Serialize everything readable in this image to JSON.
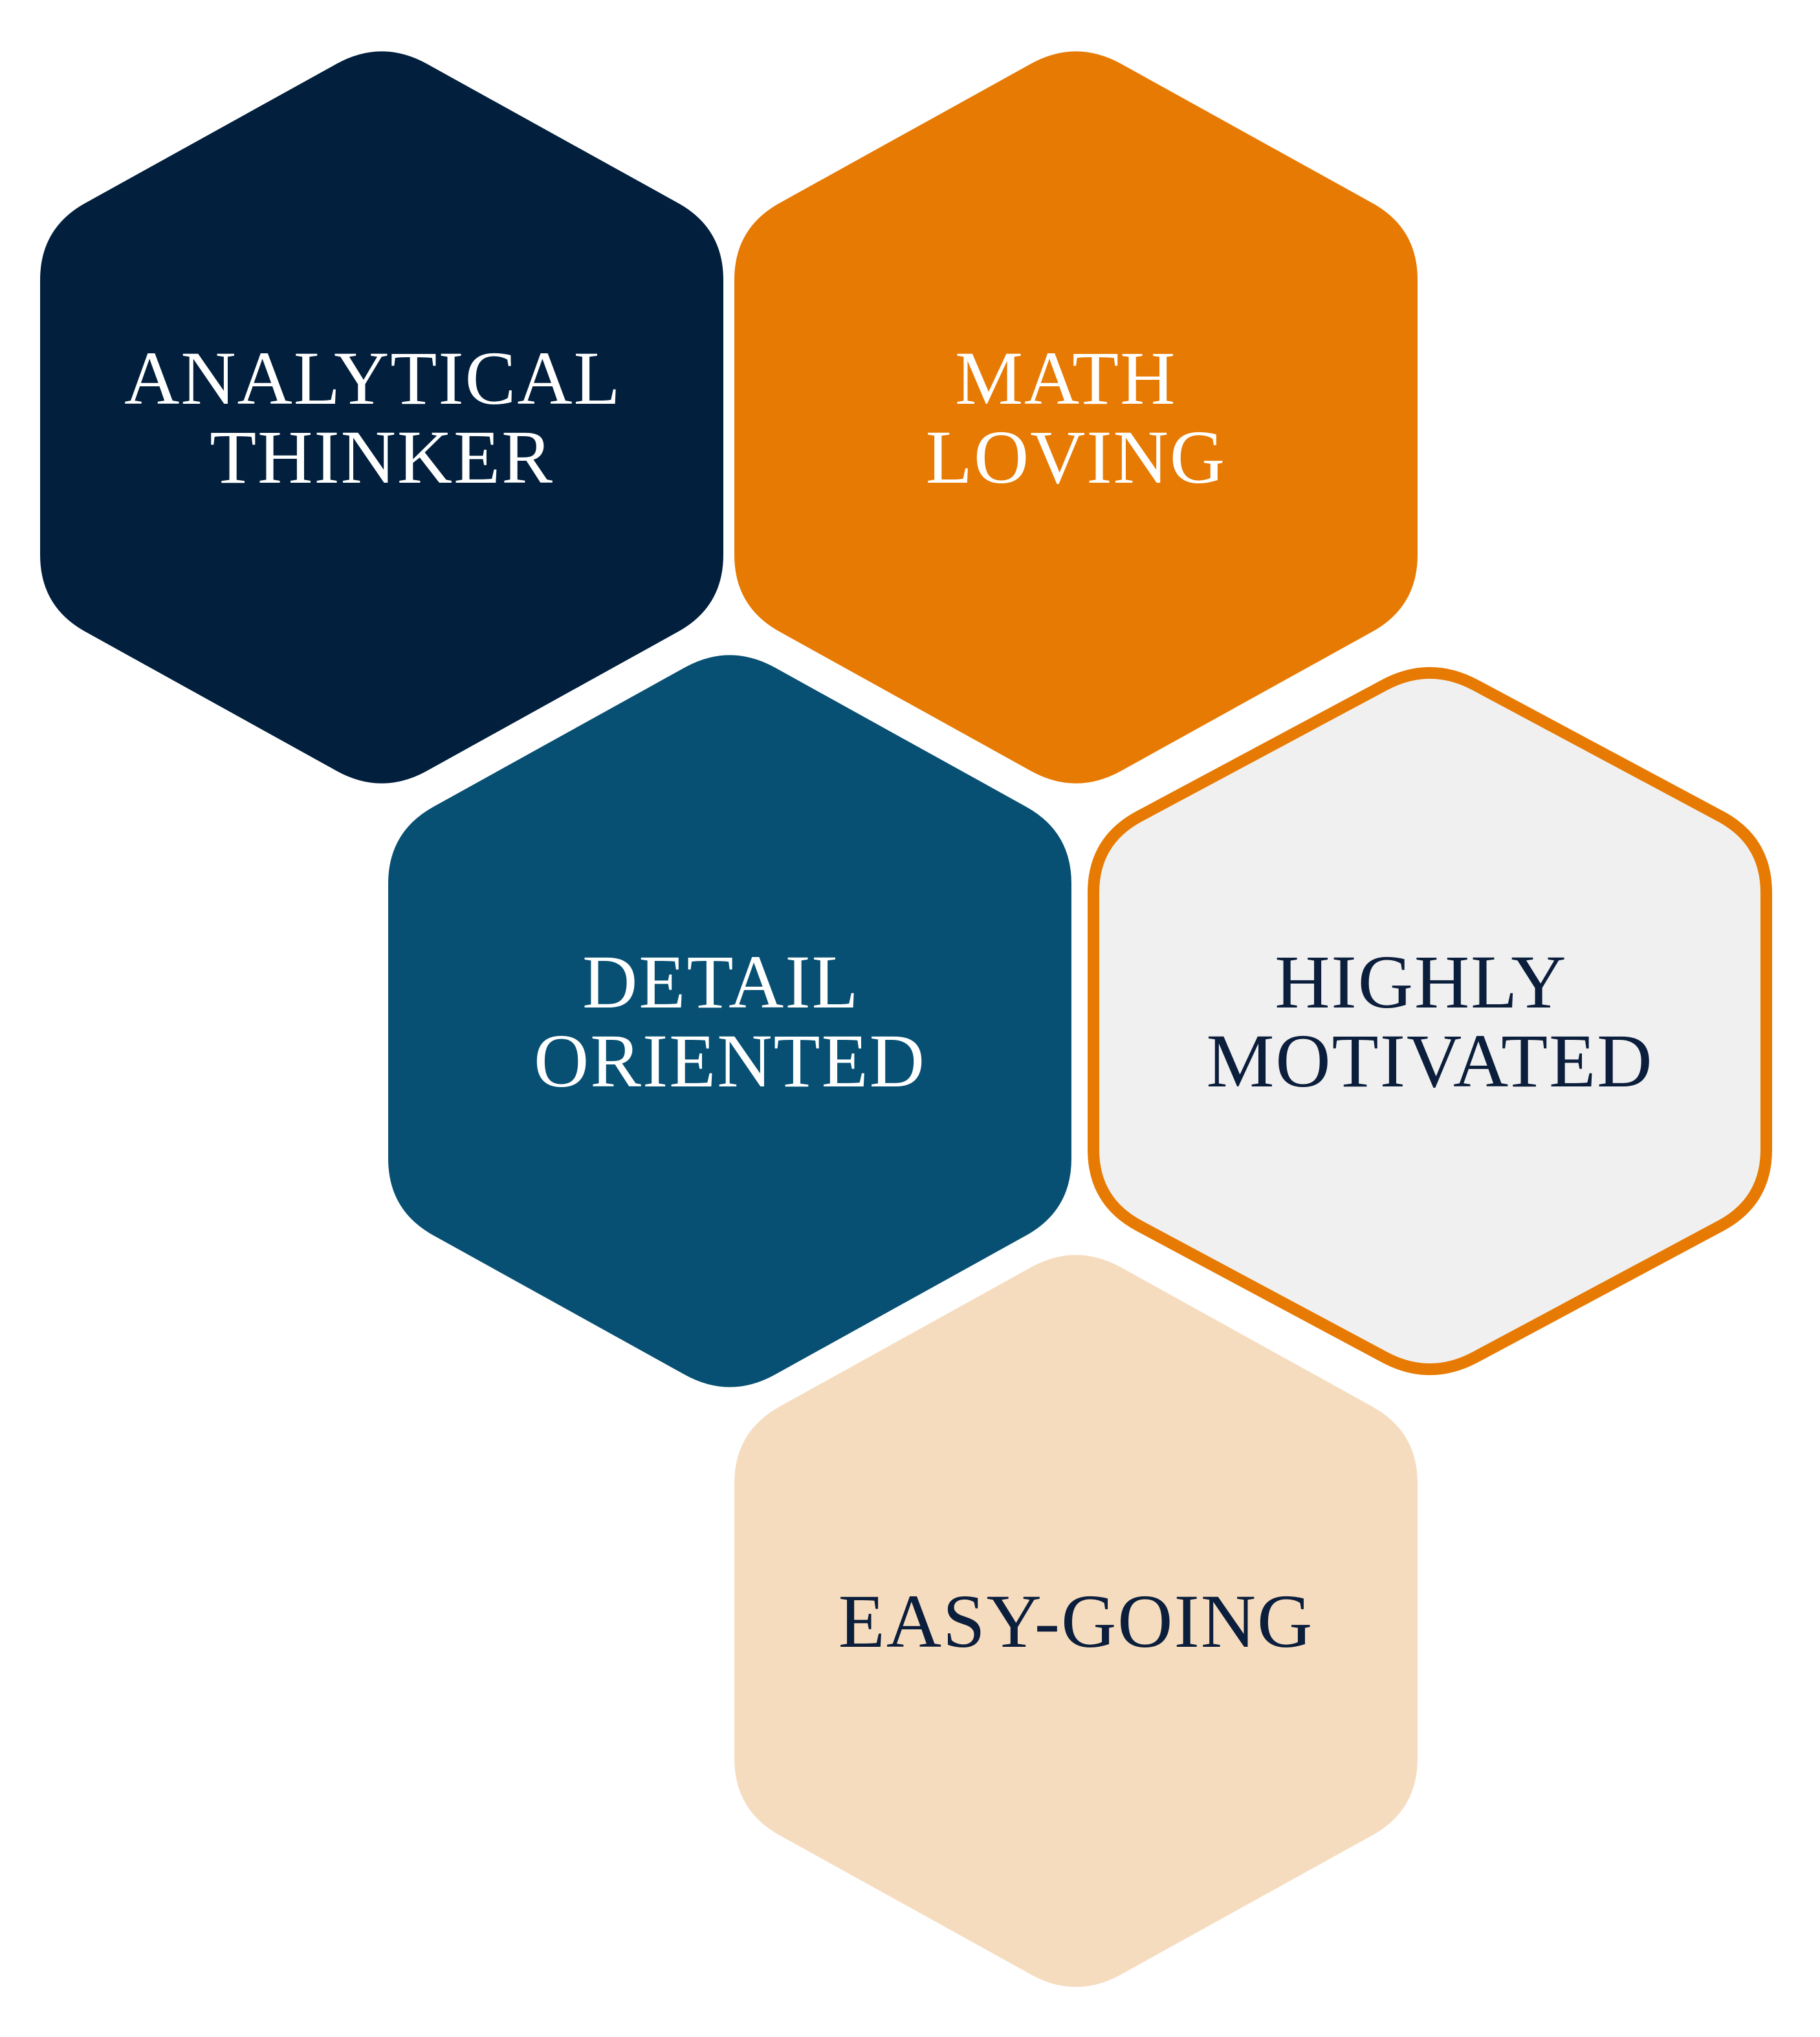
{
  "diagram": {
    "hexagons": [
      {
        "id": "analytical-thinker",
        "lines": [
          "ANALYTICAL",
          "THINKER"
        ],
        "fill": "#02203D",
        "stroke": "none",
        "text_color": "#FFFFFF"
      },
      {
        "id": "math-loving",
        "lines": [
          "MATH",
          "LOVING"
        ],
        "fill": "#E77A02",
        "stroke": "none",
        "text_color": "#FFFFFF"
      },
      {
        "id": "detail-oriented",
        "lines": [
          "DETAIL",
          "ORIENTED"
        ],
        "fill": "#075073",
        "stroke": "none",
        "text_color": "#FFFFFF"
      },
      {
        "id": "highly-motivated",
        "lines": [
          "HIGHLY",
          "MOTIVATED"
        ],
        "fill": "#F0F0F0",
        "stroke": "#E77A02",
        "text_color": "#0B1E3C"
      },
      {
        "id": "easy-going",
        "lines": [
          "EASY-GOING"
        ],
        "fill": "#F6DCBF",
        "stroke": "none",
        "text_color": "#0B1E3C"
      }
    ]
  }
}
